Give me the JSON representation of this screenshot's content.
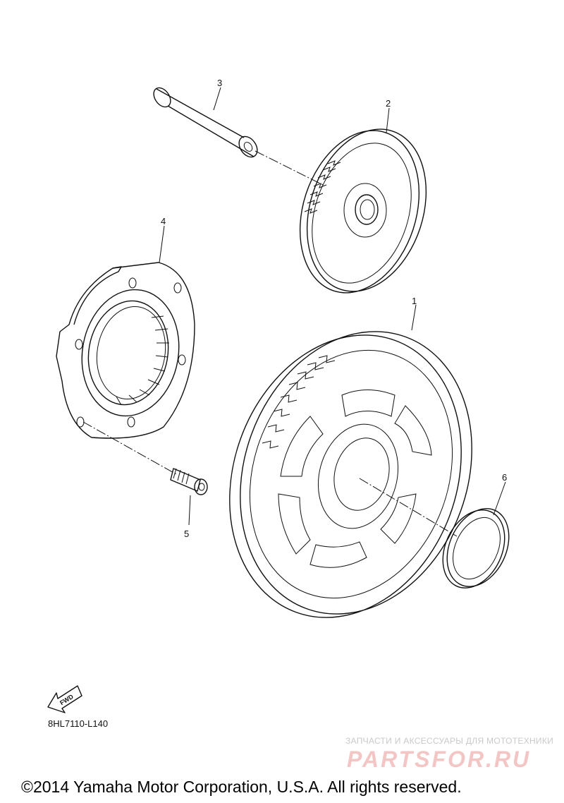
{
  "callouts": [
    {
      "label": "1"
    },
    {
      "label": "2"
    },
    {
      "label": "3"
    },
    {
      "label": "4"
    },
    {
      "label": "5"
    },
    {
      "label": "6"
    }
  ],
  "fwd_badge": {
    "text": "FWD",
    "icon": "fwd-arrow-icon"
  },
  "diagram_code": "8HL7110-L140",
  "watermark": {
    "tagline": "ЗАПЧАСТИ И АКСЕССУАРЫ ДЛЯ МОТОТЕХНИКИ",
    "logo": "PARTSFOR.RU"
  },
  "copyright": "©2014 Yamaha Motor Corporation, U.S.A. All rights reserved."
}
